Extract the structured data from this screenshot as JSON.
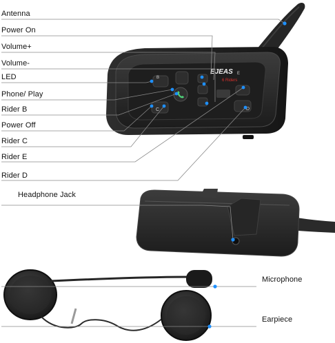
{
  "labels": {
    "antenna": "Antenna",
    "power_on": "Power On",
    "volume_up": "Volume+",
    "volume_down": "Volume-",
    "led": "LED",
    "phone_play": "Phone/ Play",
    "rider_b": "Rider B",
    "power_off": "Power Off",
    "rider_c": "Rider C",
    "rider_e": "Rider E",
    "rider_d": "Rider D",
    "headphone_jack": "Headphone Jack",
    "microphone": "Microphone",
    "earpiece": "Earpiece"
  },
  "device": {
    "brand": "EJEAS",
    "model_badge": "6 Riders",
    "key_b": "B",
    "key_c": "C",
    "key_d": "D",
    "key_e": "E"
  },
  "colors": {
    "marker": "#1e90ff",
    "device_body": "#2b2b2b",
    "leader_line": "#8a8a8a",
    "badge_red": "#d9302c"
  }
}
